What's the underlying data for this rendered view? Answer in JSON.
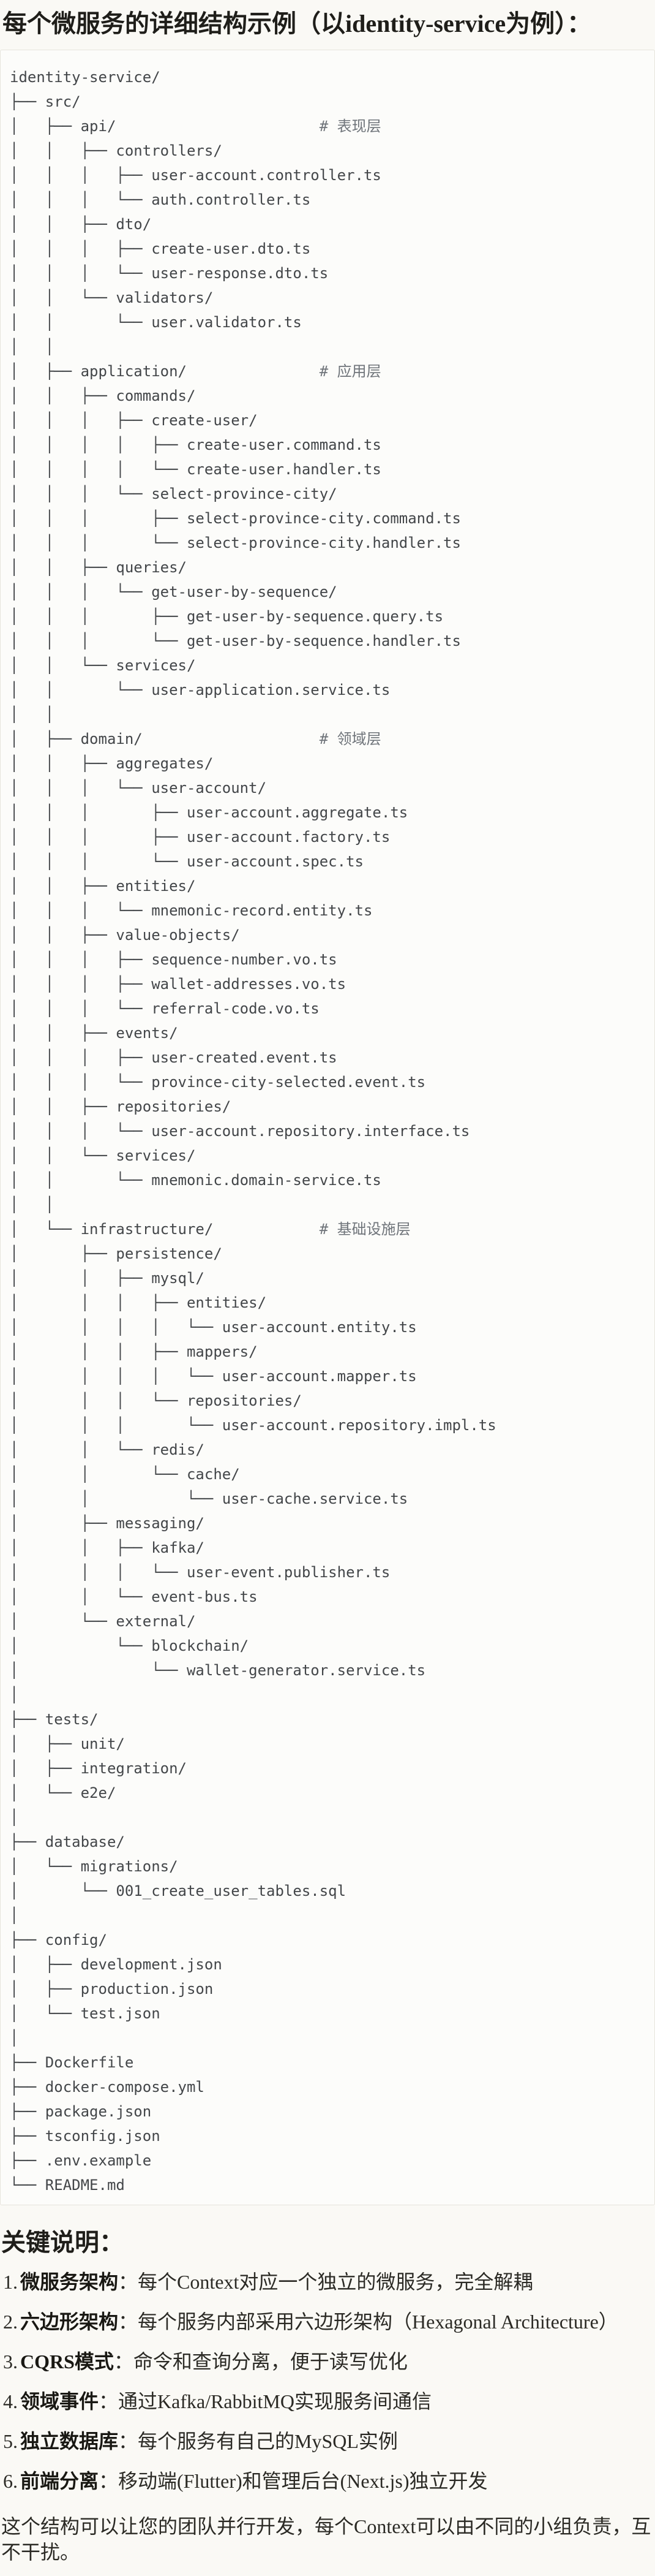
{
  "page": {
    "title": "每个微服务的详细结构示例（以identity-service为例）：",
    "background_color": "#faf9f5",
    "code_block_background": "#fcfcfa",
    "code_block_border": "#e6e4dc",
    "tree_text_color": "#434649",
    "tree_comment_color": "#6f747a"
  },
  "code_block": {
    "tree_lines": [
      "identity-service/",
      "├── src/",
      "│   ├── api/                       # 表现层",
      "│   │   ├── controllers/",
      "│   │   │   ├── user-account.controller.ts",
      "│   │   │   └── auth.controller.ts",
      "│   │   ├── dto/",
      "│   │   │   ├── create-user.dto.ts",
      "│   │   │   └── user-response.dto.ts",
      "│   │   └── validators/",
      "│   │       └── user.validator.ts",
      "│   │",
      "│   ├── application/               # 应用层",
      "│   │   ├── commands/",
      "│   │   │   ├── create-user/",
      "│   │   │   │   ├── create-user.command.ts",
      "│   │   │   │   └── create-user.handler.ts",
      "│   │   │   └── select-province-city/",
      "│   │   │       ├── select-province-city.command.ts",
      "│   │   │       └── select-province-city.handler.ts",
      "│   │   ├── queries/",
      "│   │   │   └── get-user-by-sequence/",
      "│   │   │       ├── get-user-by-sequence.query.ts",
      "│   │   │       └── get-user-by-sequence.handler.ts",
      "│   │   └── services/",
      "│   │       └── user-application.service.ts",
      "│   │",
      "│   ├── domain/                    # 领域层",
      "│   │   ├── aggregates/",
      "│   │   │   └── user-account/",
      "│   │   │       ├── user-account.aggregate.ts",
      "│   │   │       ├── user-account.factory.ts",
      "│   │   │       └── user-account.spec.ts",
      "│   │   ├── entities/",
      "│   │   │   └── mnemonic-record.entity.ts",
      "│   │   ├── value-objects/",
      "│   │   │   ├── sequence-number.vo.ts",
      "│   │   │   ├── wallet-addresses.vo.ts",
      "│   │   │   └── referral-code.vo.ts",
      "│   │   ├── events/",
      "│   │   │   ├── user-created.event.ts",
      "│   │   │   └── province-city-selected.event.ts",
      "│   │   ├── repositories/",
      "│   │   │   └── user-account.repository.interface.ts",
      "│   │   └── services/",
      "│   │       └── mnemonic.domain-service.ts",
      "│   │",
      "│   └── infrastructure/            # 基础设施层",
      "│       ├── persistence/",
      "│       │   ├── mysql/",
      "│       │   │   ├── entities/",
      "│       │   │   │   └── user-account.entity.ts",
      "│       │   │   ├── mappers/",
      "│       │   │   │   └── user-account.mapper.ts",
      "│       │   │   └── repositories/",
      "│       │   │       └── user-account.repository.impl.ts",
      "│       │   └── redis/",
      "│       │       └── cache/",
      "│       │           └── user-cache.service.ts",
      "│       ├── messaging/",
      "│       │   ├── kafka/",
      "│       │   │   └── user-event.publisher.ts",
      "│       │   └── event-bus.ts",
      "│       └── external/",
      "│           └── blockchain/",
      "│               └── wallet-generator.service.ts",
      "│",
      "├── tests/",
      "│   ├── unit/",
      "│   ├── integration/",
      "│   └── e2e/",
      "│",
      "├── database/",
      "│   └── migrations/",
      "│       └── 001_create_user_tables.sql",
      "│",
      "├── config/",
      "│   ├── development.json",
      "│   ├── production.json",
      "│   └── test.json",
      "│",
      "├── Dockerfile",
      "├── docker-compose.yml",
      "├── package.json",
      "├── tsconfig.json",
      "├── .env.example",
      "└── README.md"
    ]
  },
  "notes": {
    "heading": "关键说明：",
    "items": [
      {
        "num": "1.",
        "label": "微服务架构",
        "text": "：每个Context对应一个独立的微服务，完全解耦"
      },
      {
        "num": "2.",
        "label": "六边形架构",
        "text": "：每个服务内部采用六边形架构（Hexagonal Architecture）"
      },
      {
        "num": "3.",
        "label": "CQRS模式",
        "text": "：命令和查询分离，便于读写优化"
      },
      {
        "num": "4.",
        "label": "领域事件",
        "text": "：通过Kafka/RabbitMQ实现服务间通信"
      },
      {
        "num": "5.",
        "label": "独立数据库",
        "text": "：每个服务有自己的MySQL实例"
      },
      {
        "num": "6.",
        "label": "前端分离",
        "text": "：移动端(Flutter)和管理后台(Next.js)独立开发"
      }
    ],
    "footer": "这个结构可以让您的团队并行开发，每个Context可以由不同的小组负责，互不干扰。"
  }
}
